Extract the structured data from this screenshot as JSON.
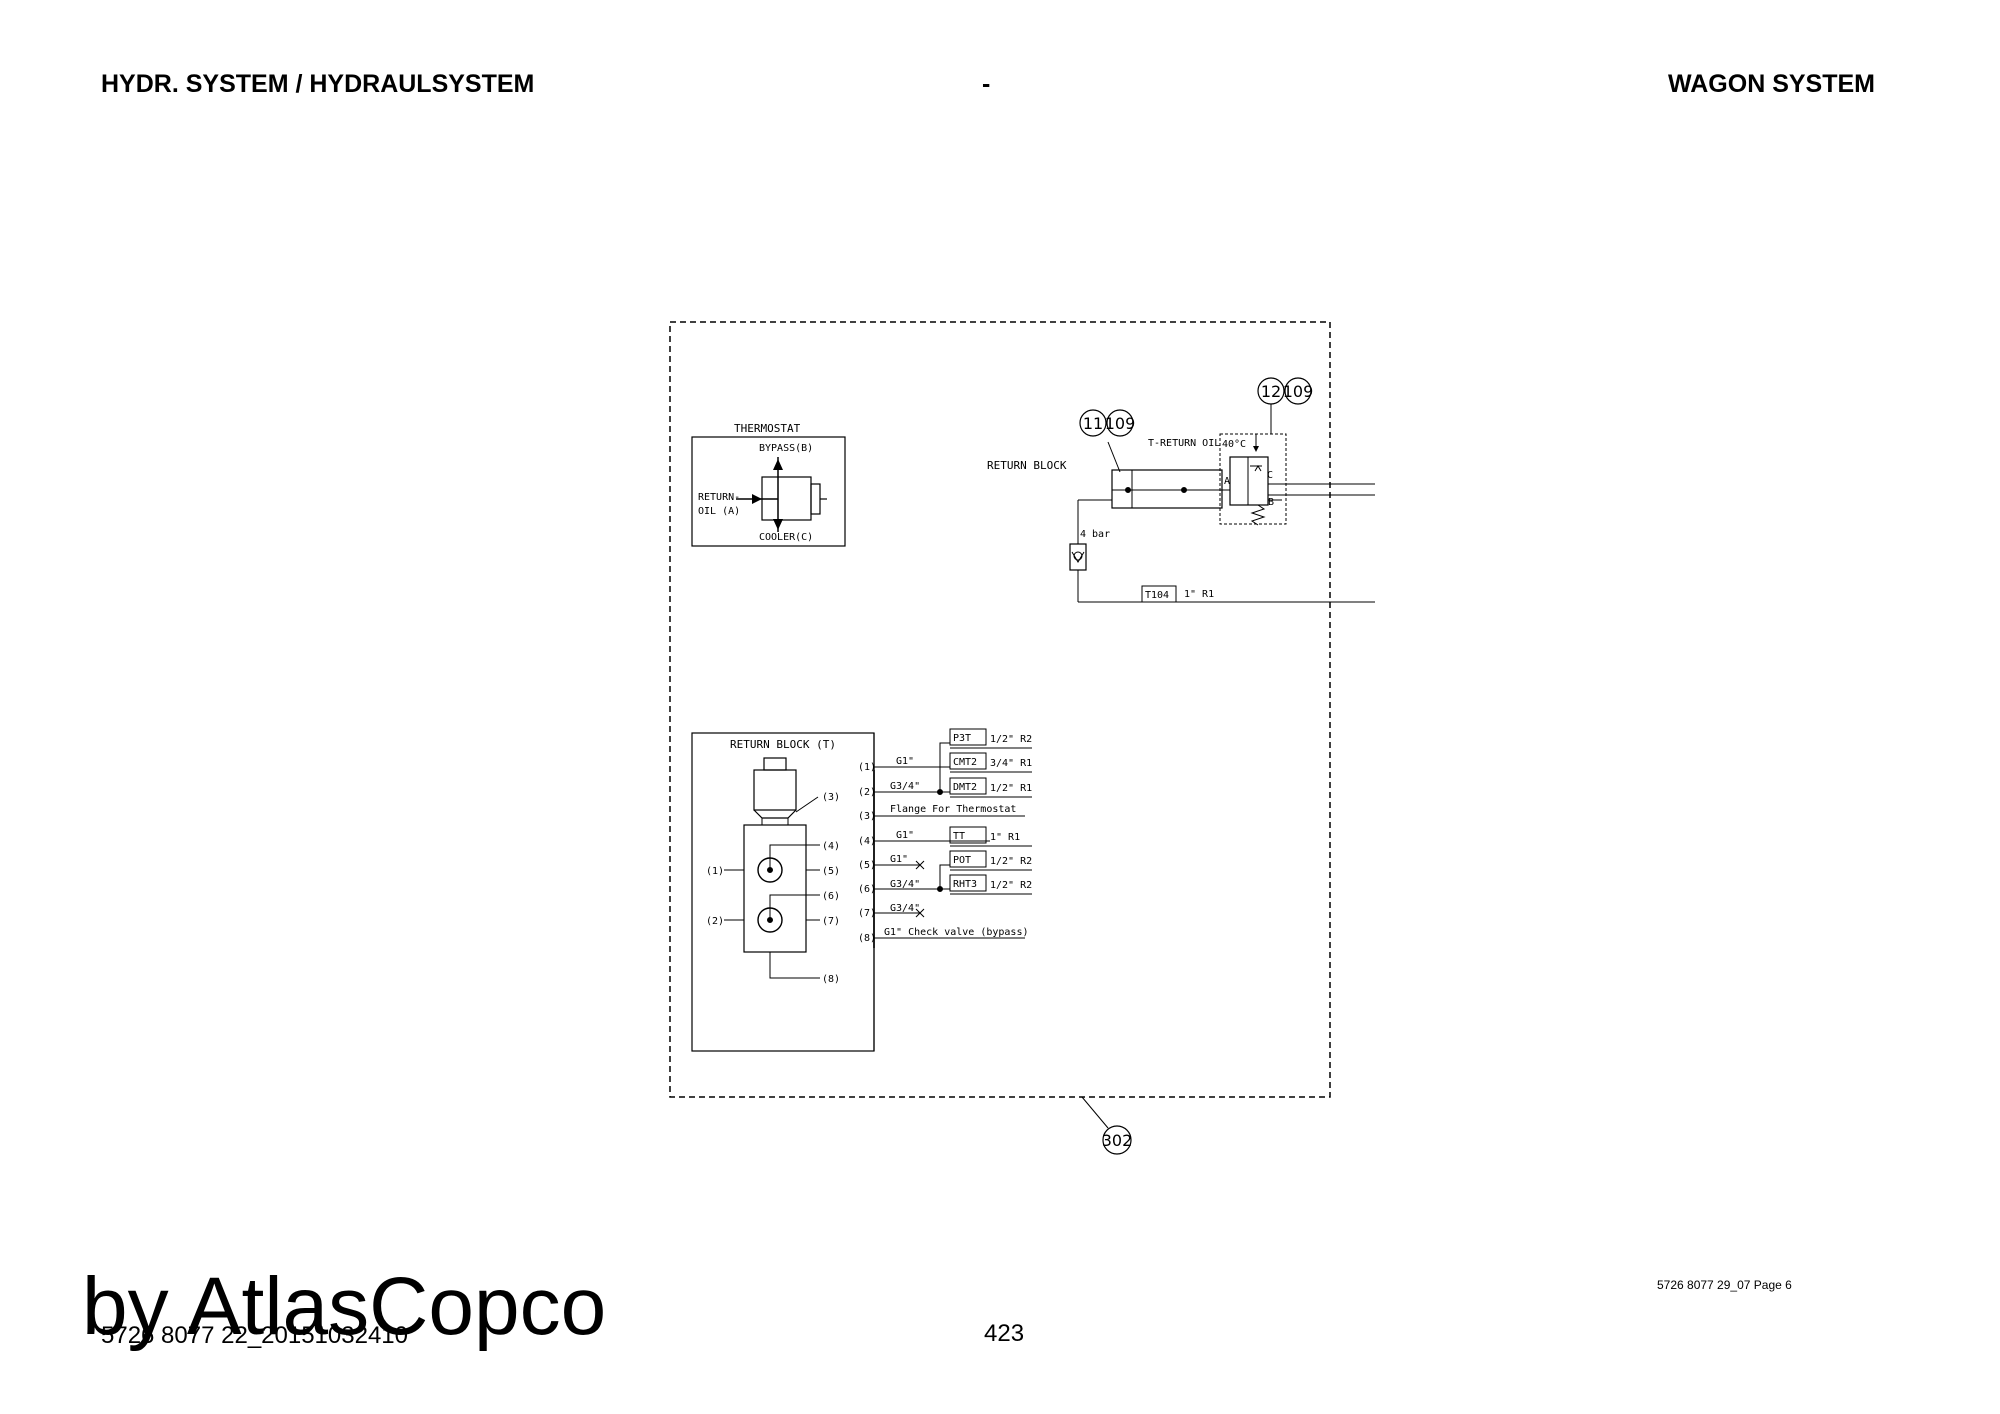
{
  "header": {
    "left": "HYDR. SYSTEM / HYDRAULSYSTEM",
    "center": "-",
    "right": "WAGON SYSTEM"
  },
  "thermostat": {
    "title": "THERMOSTAT",
    "bypass": "BYPASS(B)",
    "return_1": "RETURN-",
    "return_2": "OIL  (A)",
    "cooler": "COOLER(C)"
  },
  "valve_area": {
    "return_block": "RETURN BLOCK",
    "t_return_oil": "T-RETURN OIL",
    "temp": "40°C",
    "port_a": "A",
    "port_b": "B",
    "port_c": "C",
    "check_pressure": "4 bar",
    "t104_tag": "T104",
    "t104_spec": "1\" R1"
  },
  "bubbles": {
    "b11": "11",
    "b11_sheet": "109",
    "b12": "12",
    "b12_sheet": "109",
    "b302": "302"
  },
  "return_block_t": {
    "title": "RETURN BLOCK (T)",
    "ports_left": [
      "(1)",
      "(2)"
    ],
    "ports_right": [
      "(3)",
      "(4)",
      "(5)",
      "(6)",
      "(7)",
      "(8)"
    ],
    "connections": [
      {
        "port": "(1)",
        "thread": "G1\""
      },
      {
        "port": "(2)",
        "thread": "G3/4\""
      },
      {
        "port": "(3)",
        "thread": "Flange For Thermostat"
      },
      {
        "port": "(4)",
        "thread": "G1\""
      },
      {
        "port": "(5)",
        "thread": "G1\""
      },
      {
        "port": "(6)",
        "thread": "G3/4\""
      },
      {
        "port": "(7)",
        "thread": "G3/4\""
      },
      {
        "port": "(8)",
        "thread": "G1\" Check valve (bypass)"
      }
    ],
    "tags": [
      {
        "tag": "P3T",
        "spec": "1/2\" R2"
      },
      {
        "tag": "CMT2",
        "spec": "3/4\" R1"
      },
      {
        "tag": "DMT2",
        "spec": "1/2\" R1"
      },
      {
        "tag": "TT",
        "spec": "1\" R1"
      },
      {
        "tag": "POT",
        "spec": "1/2\" R2"
      },
      {
        "tag": "RHT3",
        "spec": "1/2\" R2"
      }
    ]
  },
  "footer": {
    "doc_ref": "5726 8077 29_07 Page 6",
    "page_number": "423",
    "doc_id": "5726 8077 22_20151032410",
    "watermark": "by AtlasCopco"
  }
}
